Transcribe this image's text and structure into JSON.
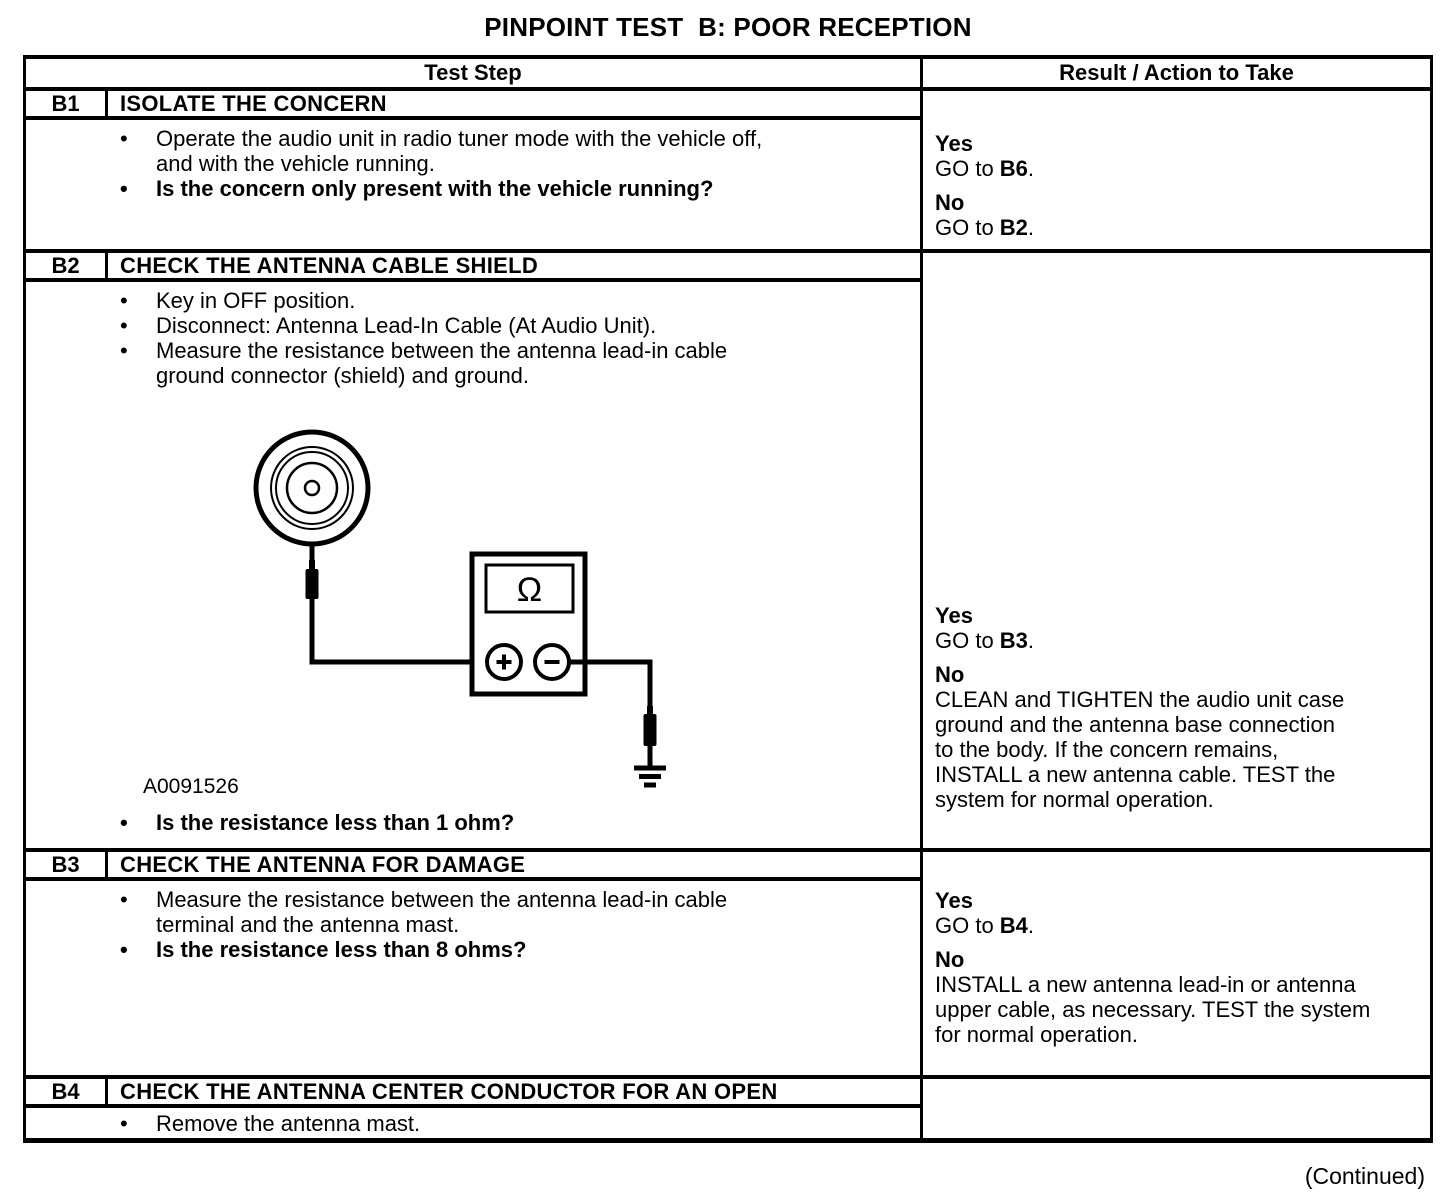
{
  "page": {
    "title": "PINPOINT TEST  B: POOR RECEPTION",
    "continued": "(Continued)"
  },
  "table": {
    "header": {
      "test_step": "Test Step",
      "result_action": "Result / Action to Take"
    },
    "steps": [
      {
        "id": "B1",
        "title": "ISOLATE THE CONCERN",
        "bullets": [
          {
            "text": "Operate the audio unit in radio tuner mode with the vehicle off,\nand with the vehicle running.",
            "bold": false
          },
          {
            "text": "Is the concern only present with the vehicle running?",
            "bold": true
          }
        ],
        "results": [
          {
            "label": "Yes",
            "pre": "GO to ",
            "target": "B6",
            "post": "."
          },
          {
            "label": "No",
            "pre": "GO to ",
            "target": "B2",
            "post": "."
          }
        ]
      },
      {
        "id": "B2",
        "title": "CHECK THE ANTENNA CABLE SHIELD",
        "bullets": [
          {
            "text": "Key in OFF position.",
            "bold": false
          },
          {
            "text": "Disconnect: Antenna Lead-In Cable (At Audio Unit).",
            "bold": false
          },
          {
            "text": "Measure the resistance between the antenna lead-in cable\nground connector (shield) and ground.",
            "bold": false
          }
        ],
        "figure": {
          "label": "A0091526",
          "ohm_symbol": "Ω"
        },
        "question": {
          "text": "Is the resistance less than 1 ohm?",
          "bold": true
        },
        "results": [
          {
            "label": "Yes",
            "pre": "GO to ",
            "target": "B3",
            "post": "."
          },
          {
            "label": "No",
            "text": "CLEAN and TIGHTEN the audio unit case\nground and the antenna base connection\nto the body. If the concern remains,\nINSTALL a new antenna cable. TEST the\nsystem for normal operation."
          }
        ]
      },
      {
        "id": "B3",
        "title": "CHECK THE ANTENNA FOR DAMAGE",
        "bullets": [
          {
            "text": "Measure the resistance between the antenna lead-in cable\nterminal and the antenna mast.",
            "bold": false
          },
          {
            "text": "Is the resistance less than 8 ohms?",
            "bold": true
          }
        ],
        "results": [
          {
            "label": "Yes",
            "pre": "GO to ",
            "target": "B4",
            "post": "."
          },
          {
            "label": "No",
            "text": "INSTALL a new antenna lead-in or antenna\nupper cable, as necessary. TEST the system\nfor normal operation."
          }
        ]
      },
      {
        "id": "B4",
        "title": "CHECK THE ANTENNA CENTER CONDUCTOR FOR AN OPEN",
        "bullets": [
          {
            "text": "Remove the antenna mast.",
            "bold": false
          }
        ],
        "results": []
      }
    ]
  }
}
